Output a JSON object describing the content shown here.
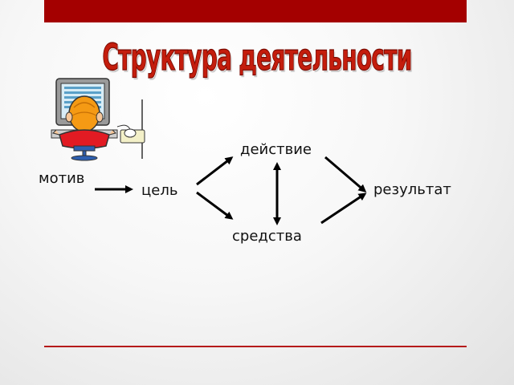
{
  "title": "Структура деятельности",
  "diagram": {
    "nodes": {
      "motive": "мотив",
      "goal": "цель",
      "action": "действие",
      "means": "средства",
      "result": "результат"
    },
    "edges": [
      {
        "from": "motive",
        "to": "goal"
      },
      {
        "from": "goal",
        "to": "action"
      },
      {
        "from": "goal",
        "to": "means"
      },
      {
        "from": "action",
        "to": "means",
        "bidirectional": true
      },
      {
        "from": "action",
        "to": "result"
      },
      {
        "from": "means",
        "to": "result"
      }
    ]
  },
  "colors": {
    "accent": "#a40000",
    "title": "#c41d0d",
    "text": "#111111"
  },
  "illustration": "person-at-computer"
}
